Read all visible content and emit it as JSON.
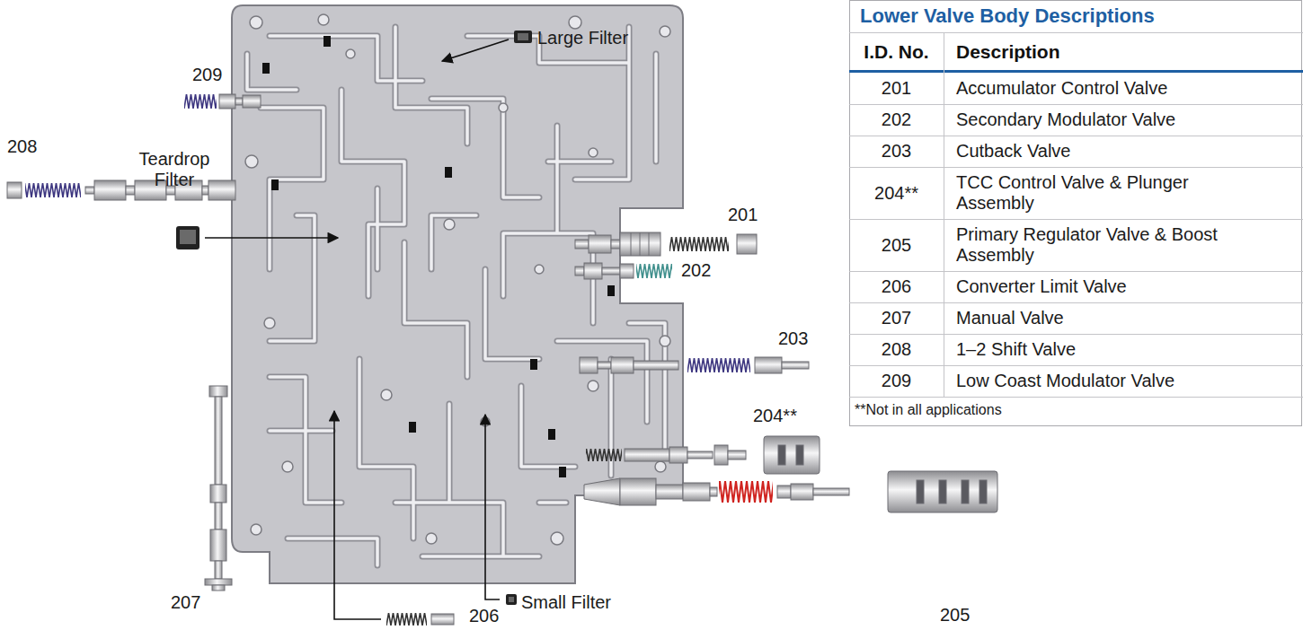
{
  "diagram": {
    "title": "Lower Valve Body Descriptions",
    "labels": [
      "Large Filter",
      "209",
      "208",
      "201",
      "Teardrop Filter",
      "202",
      "203",
      "204**",
      "Small Filter",
      "205",
      "207",
      "206",
      "I.D. No.",
      "Description",
      "201",
      "Accumulator Control Valve",
      "202",
      "Secondary Modulator Valve",
      "203",
      "Cutback Valve",
      "204**",
      "TCC Control Valve & Plunger Assembly",
      "205",
      "Primary Regulator Valve & Boost Assembly",
      "206",
      "Converter Limit Valve",
      "207",
      "Manual Valve",
      "208",
      "1–2 Shift Valve",
      "209",
      "Low Coast Modulator Valve",
      "**Not in all applications"
    ]
  }
}
